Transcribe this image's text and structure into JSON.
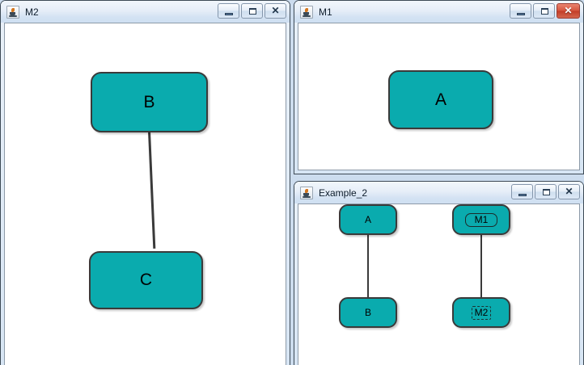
{
  "desktop": {
    "background_color": "#ccdcee"
  },
  "theme": {
    "node_fill": "#0aabae",
    "node_stroke": "#3a3a3a",
    "canvas_background": "#ffffff",
    "titlebar_text_color": "#0d1c2b",
    "close_active_color": "#c23d27"
  },
  "windows": [
    {
      "id": "m2",
      "title": "M2",
      "icon": "java-cup-icon",
      "active": false,
      "buttons": {
        "minimize": {
          "label": "–",
          "name": "minimize-button"
        },
        "maximize": {
          "label": "□",
          "name": "maximize-button"
        },
        "close": {
          "label": "✕",
          "name": "close-button",
          "active": false
        }
      },
      "nodes": [
        {
          "id": "b",
          "label": "B",
          "style": "plain"
        },
        {
          "id": "c",
          "label": "C",
          "style": "plain"
        }
      ],
      "edges": [
        {
          "from": "B",
          "to": "C"
        }
      ]
    },
    {
      "id": "m1",
      "title": "M1",
      "icon": "java-cup-icon",
      "active": true,
      "buttons": {
        "minimize": {
          "label": "–",
          "name": "minimize-button"
        },
        "maximize": {
          "label": "□",
          "name": "maximize-button"
        },
        "close": {
          "label": "✕",
          "name": "close-button",
          "active": true
        }
      },
      "nodes": [
        {
          "id": "a",
          "label": "A",
          "style": "plain"
        }
      ],
      "edges": []
    },
    {
      "id": "example2",
      "title": "Example_2",
      "icon": "java-cup-icon",
      "active": false,
      "buttons": {
        "minimize": {
          "label": "–",
          "name": "minimize-button"
        },
        "maximize": {
          "label": "□",
          "name": "maximize-button"
        },
        "close": {
          "label": "✕",
          "name": "close-button",
          "active": false
        }
      },
      "nodes": [
        {
          "id": "a",
          "label": "A",
          "style": "plain"
        },
        {
          "id": "b",
          "label": "B",
          "style": "plain"
        },
        {
          "id": "m1",
          "label": "M1",
          "style": "boxed"
        },
        {
          "id": "m2",
          "label": "M2",
          "style": "dashed-selected"
        }
      ],
      "edges": [
        {
          "from": "A",
          "to": "B"
        },
        {
          "from": "M1",
          "to": "M2"
        }
      ]
    }
  ]
}
